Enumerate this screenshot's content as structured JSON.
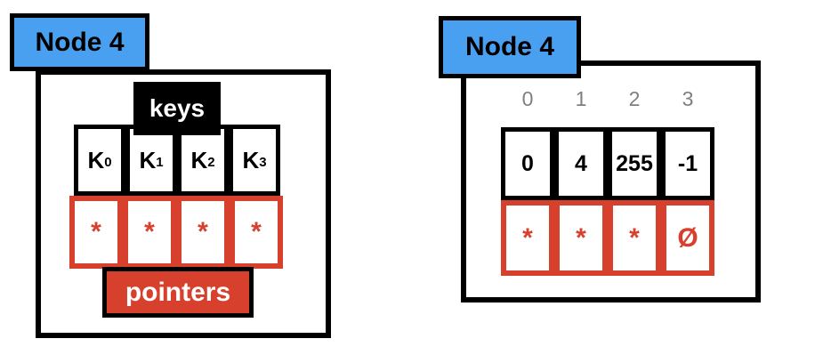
{
  "colors": {
    "node_label_blue": "#4AA0F0",
    "pointer_red": "#D6402C",
    "ink_black": "#000000",
    "index_gray": "#7F7F7F",
    "paper_white": "#ffffff"
  },
  "left_node": {
    "title": "Node 4",
    "keys_banner": "keys",
    "pointers_banner": "pointers",
    "key_bases": [
      "K",
      "K",
      "K",
      "K"
    ],
    "key_subs": [
      "0",
      "1",
      "2",
      "3"
    ],
    "pointers": [
      "*",
      "*",
      "*",
      "*"
    ]
  },
  "right_node": {
    "title": "Node 4",
    "indices": [
      "0",
      "1",
      "2",
      "3"
    ],
    "key_values": [
      "0",
      "4",
      "255",
      "-1"
    ],
    "pointers": [
      "*",
      "*",
      "*",
      "Ø"
    ]
  }
}
